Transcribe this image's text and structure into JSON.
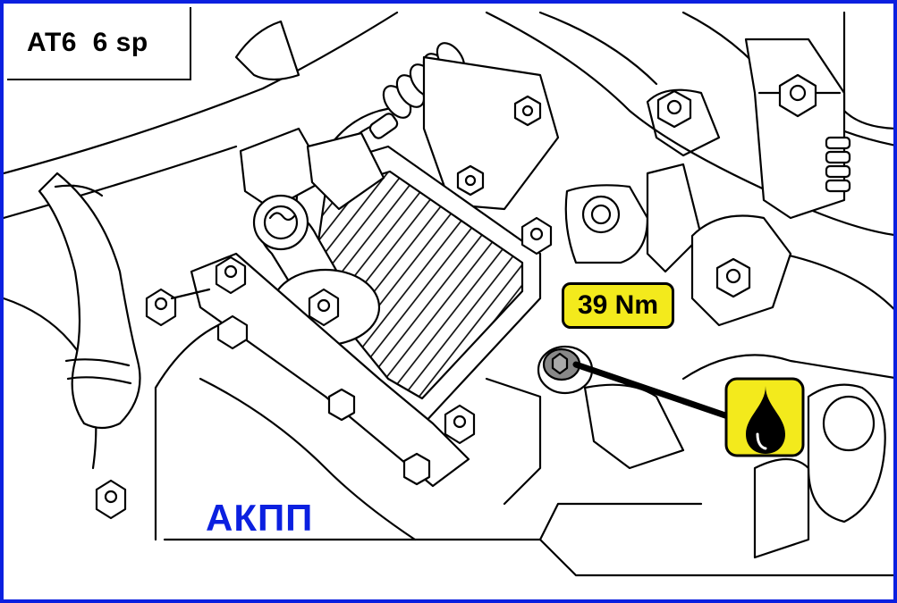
{
  "diagram": {
    "label_box": "AT6  6 sp",
    "torque_callout": "39 Nm",
    "caption": "АКПП",
    "accent_color": "#0b20e0",
    "callout_color": "#f3ea1c",
    "icons": [
      "oil-drop-icon"
    ]
  }
}
